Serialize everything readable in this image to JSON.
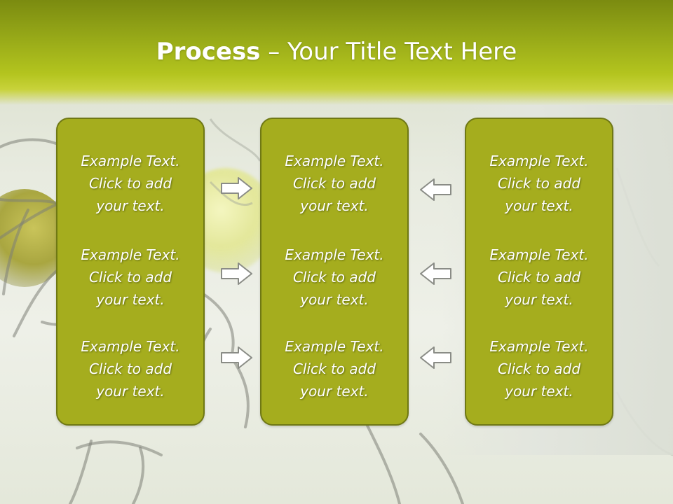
{
  "title": {
    "bold": "Process",
    "rest": " – Your Title Text Here"
  },
  "panels": {
    "left": [
      "Example Text.\nClick  to add\nyour text.",
      "Example Text.\nClick  to add\nyour text.",
      "Example Text.\nClick  to add\nyour text."
    ],
    "middle": [
      "Example Text.\nClick  to add\nyour text.",
      "Example Text.\nClick  to add\nyour text.",
      "Example Text.\nClick  to add\nyour text."
    ],
    "right": [
      "Example Text.\nClick  to add\nyour text.",
      "Example Text.\nClick  to add\nyour text.",
      "Example Text.\nClick  to add\nyour text."
    ]
  },
  "arrows": {
    "left_column": "arrow-right-icon",
    "right_column": "arrow-left-icon"
  },
  "colors": {
    "header": "#9aab1a",
    "panel_fill": "#a5ad1e",
    "panel_border": "#6f7814",
    "text": "#ffffff"
  }
}
